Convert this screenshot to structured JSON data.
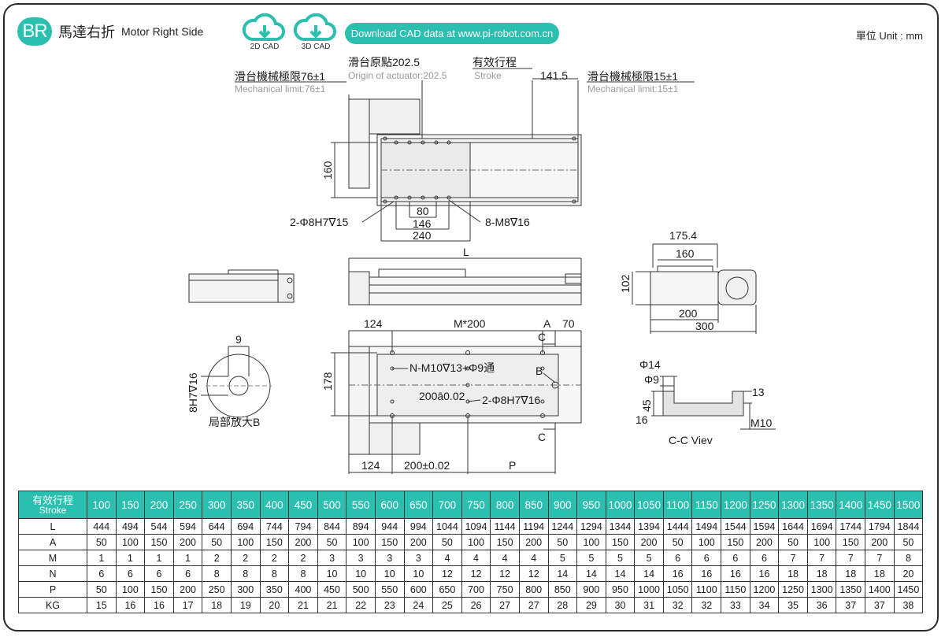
{
  "header": {
    "badge": "BR",
    "title_zh": "馬達右折",
    "title_en": "Motor Right Side",
    "cad2d_label": "2D CAD",
    "cad3d_label": "3D CAD",
    "download_label": "Download CAD data at www.pi-robot.com.cn",
    "unit_label": "單位 Unit : mm"
  },
  "colors": {
    "accent": "#2bbfb0",
    "line": "#333333",
    "gray": "#9a9a9a"
  },
  "drawing": {
    "top_labels": {
      "origin_zh": "滑台原點202.5",
      "origin_en": "Origin of actuator:202.5",
      "stroke_zh": "有效行程",
      "stroke_en": "Stroke",
      "val_141": "141.5",
      "mech_left_zh": "滑台機械極限76±1",
      "mech_left_en": "Mechanical limit:76±1",
      "mech_right_zh": "滑台機械極限15±1",
      "mech_right_en": "Mechanical limit:15±1"
    },
    "top_view": {
      "dim_160": "160",
      "dim_80": "80",
      "dim_146": "146",
      "dim_240": "240",
      "pin_note": "2-Φ8H7∇15",
      "thread_note": "8-M8∇16"
    },
    "side_view": {
      "dim_L": "L"
    },
    "end_view": {
      "dim_175": "175.4",
      "dim_160": "160",
      "dim_102": "102",
      "dim_200": "200",
      "dim_300": "300"
    },
    "detail_b": {
      "dim_9": "9",
      "dim_depth": "8H7∇16",
      "caption": "局部放大B"
    },
    "bottom_view": {
      "dim_124_top": "124",
      "dim_m200": "M*200",
      "dim_A": "A",
      "dim_70": "70",
      "label_c_top": "C",
      "hole_note": "N-M10∇13+Φ9通",
      "label_B": "B",
      "tol_note": "200ā0.02",
      "pin_note": "2-Φ8H7∇16",
      "dim_178": "178",
      "label_c_bottom": "C",
      "dim_124_bottom": "124",
      "dim_200_tol": "200±0.02",
      "dim_P": "P"
    },
    "section_cc": {
      "phi14": "Φ14",
      "phi9": "Φ9",
      "dim_13": "13",
      "dim_45": "45",
      "dim_16": "16",
      "dim_m10": "M10",
      "caption": "C-C Viev"
    }
  },
  "spec_table": {
    "header_zh": "有效行程",
    "header_en": "Stroke",
    "strokes": [
      "100",
      "150",
      "200",
      "250",
      "300",
      "350",
      "400",
      "450",
      "500",
      "550",
      "600",
      "650",
      "700",
      "750",
      "800",
      "850",
      "900",
      "950",
      "1000",
      "1050",
      "1100",
      "1150",
      "1200",
      "1250",
      "1300",
      "1350",
      "1400",
      "1450",
      "1500"
    ],
    "rows": [
      {
        "label": "L",
        "values": [
          "444",
          "494",
          "544",
          "594",
          "644",
          "694",
          "744",
          "794",
          "844",
          "894",
          "944",
          "994",
          "1044",
          "1094",
          "1144",
          "1194",
          "1244",
          "1294",
          "1344",
          "1394",
          "1444",
          "1494",
          "1544",
          "1594",
          "1644",
          "1694",
          "1744",
          "1794",
          "1844"
        ]
      },
      {
        "label": "A",
        "values": [
          "50",
          "100",
          "150",
          "200",
          "50",
          "100",
          "150",
          "200",
          "50",
          "100",
          "150",
          "200",
          "50",
          "100",
          "150",
          "200",
          "50",
          "100",
          "150",
          "200",
          "50",
          "100",
          "150",
          "200",
          "50",
          "100",
          "150",
          "200",
          "50"
        ]
      },
      {
        "label": "M",
        "values": [
          "1",
          "1",
          "1",
          "1",
          "2",
          "2",
          "2",
          "2",
          "3",
          "3",
          "3",
          "3",
          "4",
          "4",
          "4",
          "4",
          "5",
          "5",
          "5",
          "5",
          "6",
          "6",
          "6",
          "6",
          "7",
          "7",
          "7",
          "7",
          "8"
        ]
      },
      {
        "label": "N",
        "values": [
          "6",
          "6",
          "6",
          "6",
          "8",
          "8",
          "8",
          "8",
          "10",
          "10",
          "10",
          "10",
          "12",
          "12",
          "12",
          "12",
          "14",
          "14",
          "14",
          "14",
          "16",
          "16",
          "16",
          "16",
          "18",
          "18",
          "18",
          "18",
          "20"
        ]
      },
      {
        "label": "P",
        "values": [
          "50",
          "100",
          "150",
          "200",
          "250",
          "300",
          "350",
          "400",
          "450",
          "500",
          "550",
          "600",
          "650",
          "700",
          "750",
          "800",
          "850",
          "900",
          "950",
          "1000",
          "1050",
          "1100",
          "1150",
          "1200",
          "1250",
          "1300",
          "1350",
          "1400",
          "1450"
        ]
      },
      {
        "label": "KG",
        "values": [
          "15",
          "16",
          "16",
          "17",
          "18",
          "19",
          "20",
          "21",
          "21",
          "22",
          "23",
          "24",
          "25",
          "26",
          "27",
          "27",
          "28",
          "29",
          "30",
          "31",
          "32",
          "32",
          "33",
          "34",
          "35",
          "36",
          "37",
          "37",
          "38"
        ]
      }
    ]
  }
}
